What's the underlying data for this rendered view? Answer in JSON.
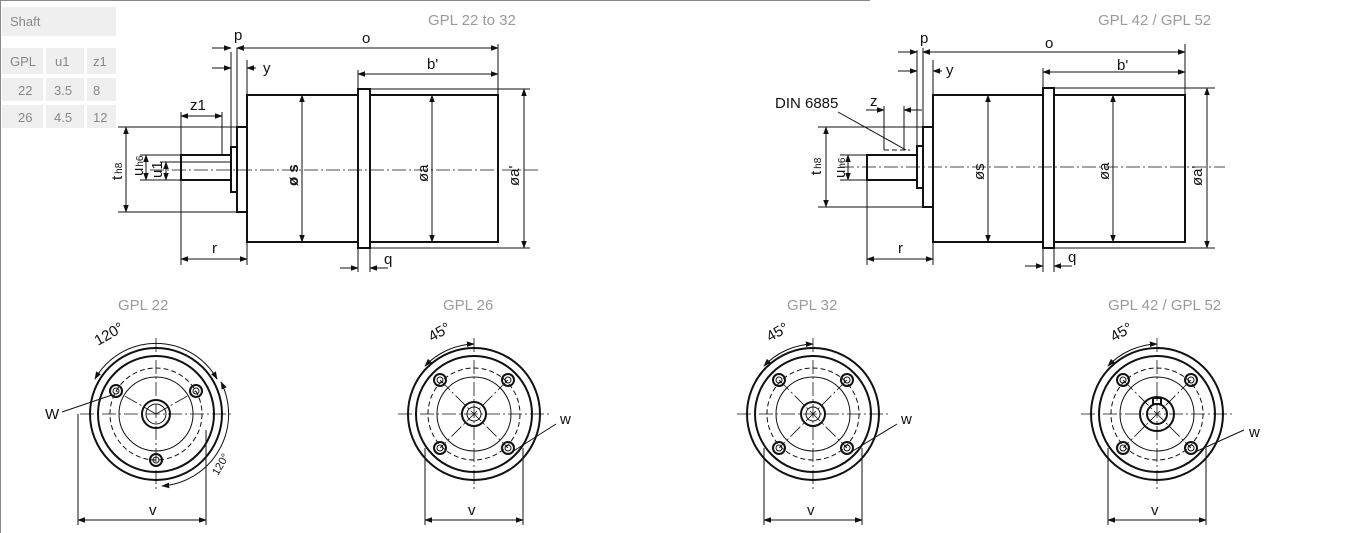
{
  "shaft_table": {
    "title": "Shaft",
    "headers": [
      "GPL",
      "u1",
      "z1"
    ],
    "rows": [
      [
        "22",
        "3.5",
        "8"
      ],
      [
        "26",
        "4.5",
        "12"
      ]
    ]
  },
  "side_views": [
    {
      "title": "GPL 22 to 32",
      "labels": {
        "p": "p",
        "o": "o",
        "y": "y",
        "b": "b'",
        "z1": "z1",
        "t": "t",
        "t_sub": "h8",
        "u": "u",
        "u_sub": "h6",
        "u1": "u1",
        "s": "ø s",
        "a": "øa",
        "a_prime": "øa'",
        "r": "r",
        "q": "q"
      }
    },
    {
      "title": "GPL 42 / GPL 52",
      "labels": {
        "p": "p",
        "o": "o",
        "y": "y",
        "b": "b'",
        "din": "DIN 6885",
        "z": "z",
        "t": "t",
        "t_sub": "h8",
        "u": "u",
        "u_sub": "h6",
        "s": "øs",
        "a": "øa",
        "a_prime": "øa'",
        "r": "r",
        "q": "q"
      }
    }
  ],
  "front_views": [
    {
      "title": "GPL 22",
      "angle1": "120°",
      "angle2": "120°",
      "w": "W",
      "v": "v"
    },
    {
      "title": "GPL 26",
      "angle1": "45°",
      "w": "w",
      "v": "v"
    },
    {
      "title": "GPL 32",
      "angle1": "45°",
      "w": "w",
      "v": "v"
    },
    {
      "title": "GPL 42 / GPL 52",
      "angle1": "45°",
      "w": "w",
      "v": "v"
    }
  ]
}
